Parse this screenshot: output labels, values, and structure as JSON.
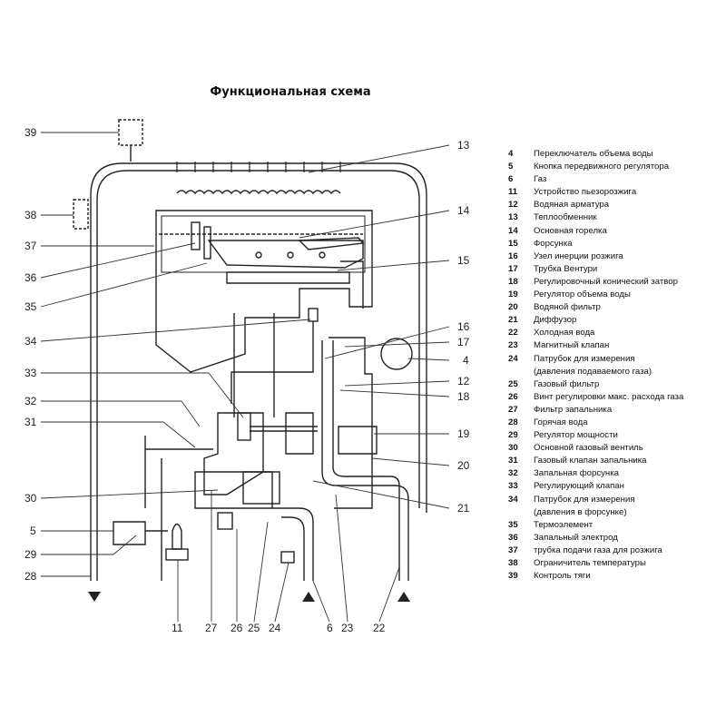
{
  "title": "Функциональная схема",
  "callouts": [
    "39",
    "13",
    "38",
    "14",
    "37",
    "15",
    "36",
    "35",
    "34",
    "16",
    "17",
    "4",
    "33",
    "12",
    "18",
    "32",
    "31",
    "19",
    "20",
    "30",
    "21",
    "5",
    "29",
    "28",
    "11",
    "27",
    "26",
    "25",
    "24",
    "6",
    "23",
    "22"
  ],
  "legend": [
    {
      "num": "4",
      "text": "Переключатель объема воды"
    },
    {
      "num": "5",
      "text": "Кнопка передвижного регулятора"
    },
    {
      "num": "6",
      "text": "Газ"
    },
    {
      "num": "11",
      "text": "Устройство пьезорозжига"
    },
    {
      "num": "12",
      "text": "Водяная арматура"
    },
    {
      "num": "13",
      "text": "Теплообменник"
    },
    {
      "num": "14",
      "text": "Основная горелка"
    },
    {
      "num": "15",
      "text": "Форсунка"
    },
    {
      "num": "16",
      "text": "Узел инерции розжига"
    },
    {
      "num": "17",
      "text": "Трубка Вентури"
    },
    {
      "num": "18",
      "text": "Регулировочный конический затвор"
    },
    {
      "num": "19",
      "text": "Регулятор объема воды"
    },
    {
      "num": "20",
      "text": "Водяной фильтр"
    },
    {
      "num": "21",
      "text": "Диффузор"
    },
    {
      "num": "22",
      "text": "Холодная вода"
    },
    {
      "num": "23",
      "text": "Магнитный клапан"
    },
    {
      "num": "24",
      "text": "Патрубок для измерения",
      "text2": "(давления подаваемого газа)"
    },
    {
      "num": "25",
      "text": "Газовый фильтр"
    },
    {
      "num": "26",
      "text": "Винт регулировки макс. расхода газа"
    },
    {
      "num": "27",
      "text": "Фильтр запальника"
    },
    {
      "num": "28",
      "text": "Горячая вода"
    },
    {
      "num": "29",
      "text": "Регулятор мощности"
    },
    {
      "num": "30",
      "text": "Основной газовый вентиль"
    },
    {
      "num": "31",
      "text": "Газовый клапан запальника"
    },
    {
      "num": "32",
      "text": "Запальная форсунка"
    },
    {
      "num": "33",
      "text": "Регулирующий клапан"
    },
    {
      "num": "34",
      "text": "Патрубок для измерения",
      "text2": "(давления в форсунке)"
    },
    {
      "num": "35",
      "text": "Термоэлемент"
    },
    {
      "num": "36",
      "text": "Запальный электрод"
    },
    {
      "num": "37",
      "text": "трубка подачи газа для розжига"
    },
    {
      "num": "38",
      "text": "Ограничитель температуры"
    },
    {
      "num": "39",
      "text": "Контроль тяги"
    }
  ]
}
